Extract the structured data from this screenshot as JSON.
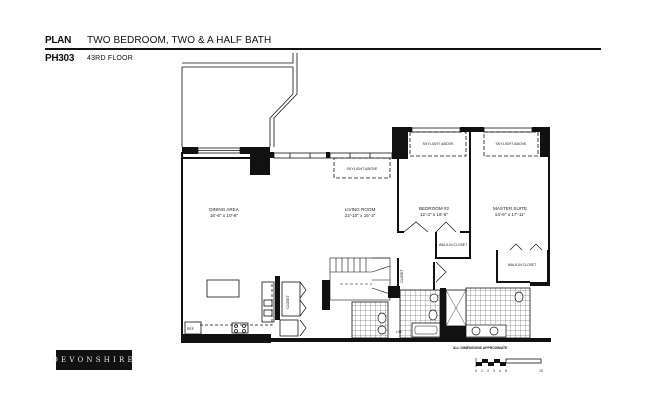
{
  "header": {
    "plan_label": "PLAN",
    "plan_title": "TWO BEDROOM, TWO & A HALF BATH",
    "unit_label": "PH303",
    "floor": "43RD FLOOR"
  },
  "rooms": {
    "dining": {
      "name": "DINING AREA",
      "dims": "16'-6\" x 10'-6\""
    },
    "living": {
      "name": "LIVING ROOM",
      "dims": "23'-10\" x 15'-3\""
    },
    "bedroom2": {
      "name": "BEDROOM #2",
      "dims": "12'-3\" x 16'-6\""
    },
    "master": {
      "name": "MASTER SUITE",
      "dims": "14'-6\" x 17'-11\""
    },
    "walkin_closet_1": {
      "name": "WALK-IN CLOSET"
    },
    "walkin_closet_2": {
      "name": "WALK-IN CLOSET"
    },
    "closet_label": "CLOSET",
    "linen_label": "LIN.",
    "fridge_label": "REF."
  },
  "skylights": [
    "SKYLIGHT ABOVE",
    "SKYLIGHT ABOVE",
    "SKYLIGHT ABOVE"
  ],
  "notes": {
    "dimensions_note": "ALL DIMENSIONS APPROXIMATE"
  },
  "scale_bar": {
    "ticks": [
      "0",
      "1",
      "2",
      "3",
      "4",
      "5",
      "10"
    ]
  },
  "brand": {
    "logo_text": "DEVONSHIRE"
  },
  "colors": {
    "ink": "#111111",
    "background": "#ffffff"
  }
}
